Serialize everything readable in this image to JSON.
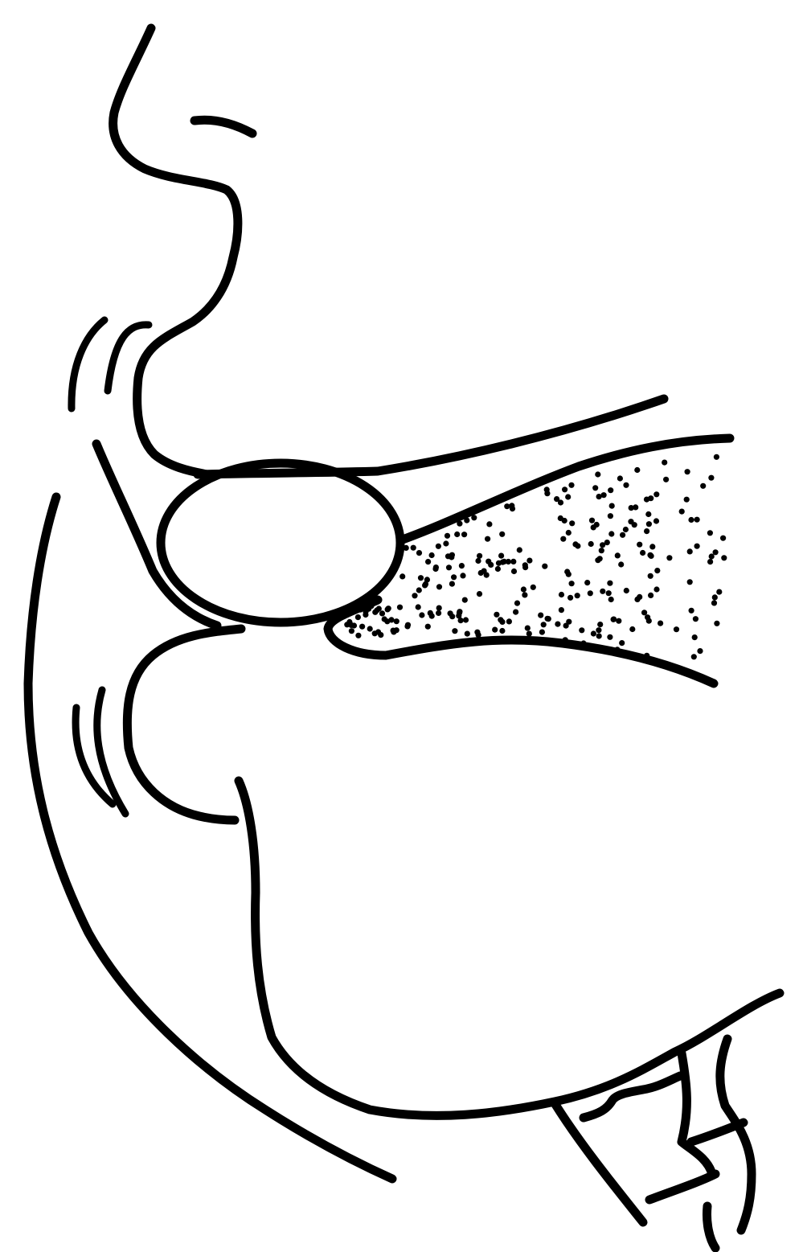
{
  "figure": {
    "ink_color": "#000000",
    "background_color": "#ffffff",
    "parts": [
      "nose",
      "eye-line",
      "upper-lip",
      "lower-lip",
      "chin",
      "neck",
      "oval-mouthpiece",
      "instrument-pipe",
      "breath-stipple",
      "hand"
    ]
  }
}
